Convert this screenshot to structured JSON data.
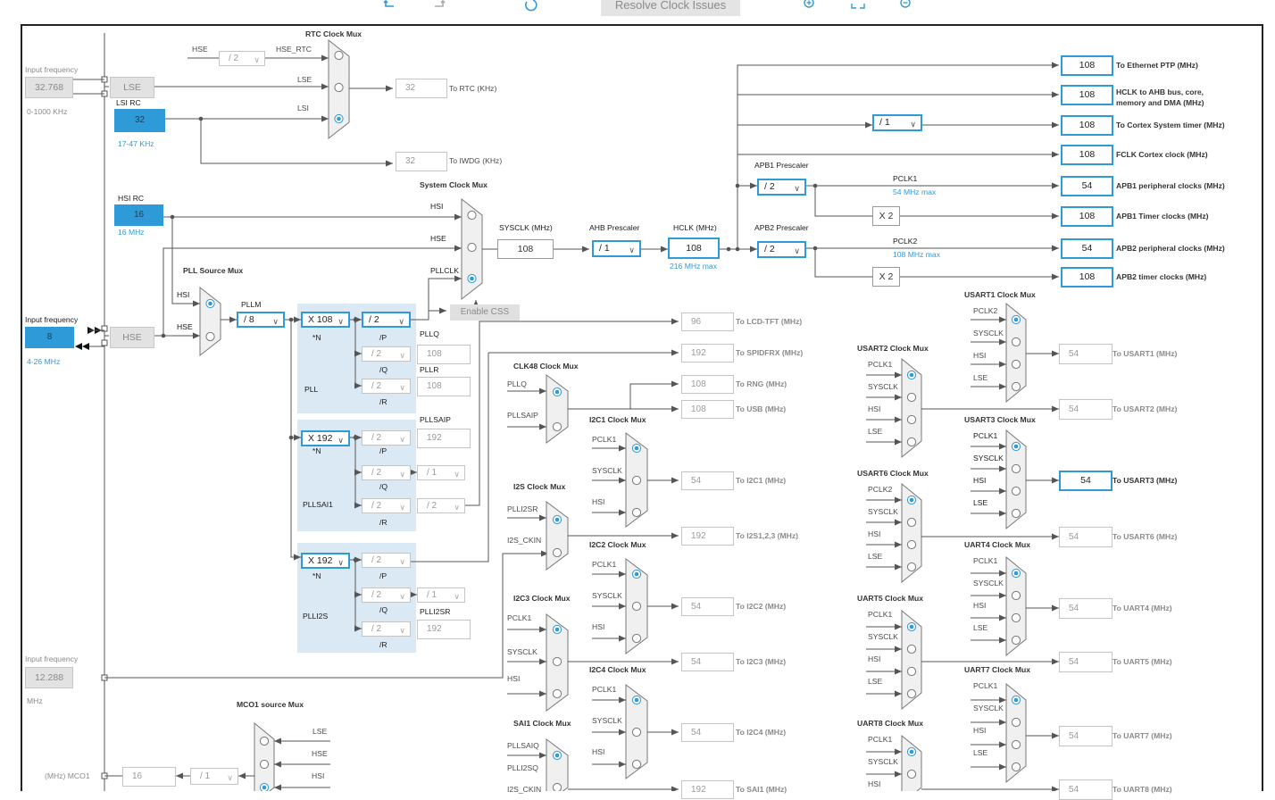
{
  "toolbar": {
    "undo_icon": "undo-icon",
    "redo_icon": "redo-icon",
    "refresh_icon": "refresh-icon",
    "resolve_label": "Resolve Clock Issues",
    "zoom_in_icon": "zoom-in-icon",
    "fit_icon": "fit-screen-icon",
    "zoom_out_icon": "zoom-out-icon"
  },
  "colors": {
    "accent": "#2f9ad8",
    "region": "#dbe9f5",
    "line": "#555555"
  },
  "inputs": {
    "lse_freq": "32.768",
    "lse_range": "0-1000 KHz",
    "input_frequency": "Input frequency",
    "hse_freq": "8",
    "hse_range": "4-26 MHz",
    "i2s_freq": "12.288",
    "i2s_unit": "MHz",
    "mco1_freq": "16",
    "mco1_label": "(MHz) MCO1",
    "mco1_div": "/ 1"
  },
  "oscillators": {
    "lse": "LSE",
    "lsi_rc": "LSI RC",
    "lsi_value": "32",
    "lsi_range": "17-47 KHz",
    "hsi_rc": "HSI RC",
    "hsi_value": "16",
    "hsi_range": "16 MHz",
    "hse": "HSE"
  },
  "rtc": {
    "mux_title": "RTC Clock Mux",
    "hse": "HSE",
    "div": "/ 2",
    "hse_rtc": "HSE_RTC",
    "lse": "LSE",
    "lsi": "LSI",
    "rtc_value": "32",
    "rtc_label": "To RTC (KHz)",
    "iwdg_value": "32",
    "iwdg_label": "To IWDG (KHz)"
  },
  "pll": {
    "source_title": "PLL Source Mux",
    "hsi": "HSI",
    "hse": "HSE",
    "pllm": "PLLM",
    "pllm_value": "/ 8",
    "pll_n": "X 108",
    "pll_p": "/ 2",
    "pll_q": "/ 2",
    "pll_r": "/ 2",
    "n_label": "*N",
    "p_label": "/P",
    "q_label": "/Q",
    "r_label": "/R",
    "pll_label": "PLL",
    "pllq": "PLLQ",
    "pllq_value": "108",
    "pllr": "PLLR",
    "pllr_value": "108",
    "sai1_n": "X 192",
    "sai1_p": "/ 2",
    "sai1_q": "/ 2",
    "sai1_q2": "/ 1",
    "sai1_r": "/ 2",
    "sai1_r2": "/ 2",
    "pllsai1": "PLLSAI1",
    "pllsaip": "PLLSAIP",
    "pllsaip_value": "192",
    "i2s_n": "X 192",
    "i2s_p": "/ 2",
    "i2s_q": "/ 2",
    "i2s_q2": "/ 1",
    "i2s_r": "/ 2",
    "plli2s": "PLLI2S",
    "plli2sr": "PLLI2SR",
    "plli2sr_value": "192"
  },
  "system": {
    "mux_title": "System Clock Mux",
    "hsi": "HSI",
    "hse": "HSE",
    "pllclk": "PLLCLK",
    "enable_css": "Enable CSS",
    "sysclk_label": "SYSCLK (MHz)",
    "sysclk_value": "108",
    "ahb_label": "AHB Prescaler",
    "ahb_value": "/ 1",
    "hclk_label": "HCLK (MHz)",
    "hclk_value": "108",
    "hclk_max": "216 MHz max",
    "apb1_label": "APB1 Prescaler",
    "apb1_value": "/ 2",
    "apb2_label": "APB2 Prescaler",
    "apb2_value": "/ 2",
    "pclk1": "PCLK1",
    "pclk1_max": "54 MHz max",
    "pclk2": "PCLK2",
    "pclk2_max": "108 MHz max",
    "x2": "X 2",
    "cortex_div": "/ 1"
  },
  "outputs": [
    {
      "value": "108",
      "label": "To Ethernet PTP (MHz)"
    },
    {
      "value": "108",
      "label": "HCLK to AHB bus, core,",
      "label2": "memory and DMA (MHz)"
    },
    {
      "value": "108",
      "label": "To Cortex System timer (MHz)"
    },
    {
      "value": "108",
      "label": "FCLK Cortex clock (MHz)"
    },
    {
      "value": "54",
      "label": "APB1 peripheral clocks (MHz)"
    },
    {
      "value": "108",
      "label": "APB1 Timer clocks (MHz)"
    },
    {
      "value": "54",
      "label": "APB2 peripheral clocks (MHz)"
    },
    {
      "value": "108",
      "label": "APB2 timer clocks (MHz)"
    }
  ],
  "mid_outputs": {
    "lcd": {
      "value": "96",
      "label": "To LCD-TFT (MHz)"
    },
    "spdif": {
      "value": "192",
      "label": "To SPIDFRX (MHz)"
    },
    "rng": {
      "value": "108",
      "label": "To RNG (MHz)"
    },
    "usb": {
      "value": "108",
      "label": "To USB (MHz)"
    },
    "i2c1": {
      "value": "54",
      "label": "To I2C1 (MHz)"
    },
    "i2s": {
      "value": "192",
      "label": "To I2S1,2,3 (MHz)"
    },
    "i2c2": {
      "value": "54",
      "label": "To I2C2 (MHz)"
    },
    "i2c3": {
      "value": "54",
      "label": "To I2C3 (MHz)"
    },
    "i2c4": {
      "value": "54",
      "label": "To I2C4 (MHz)"
    },
    "sai1": {
      "value": "192",
      "label": "To SAI1 (MHz)"
    }
  },
  "muxes": {
    "clk48": {
      "title": "CLK48 Clock Mux",
      "in1": "PLLQ",
      "in2": "PLLSAIP"
    },
    "i2s": {
      "title": "I2S Clock Mux",
      "in1": "PLLI2SR",
      "in2": "I2S_CKIN"
    },
    "i2c1": {
      "title": "I2C1 Clock Mux",
      "in1": "PCLK1",
      "in2": "SYSCLK",
      "in3": "HSI"
    },
    "i2c2": {
      "title": "I2C2 Clock Mux",
      "in1": "PCLK1",
      "in2": "SYSCLK",
      "in3": "HSI"
    },
    "i2c3": {
      "title": "I2C3 Clock Mux",
      "in1": "PCLK1",
      "in2": "SYSCLK",
      "in3": "HSI"
    },
    "i2c4": {
      "title": "I2C4 Clock Mux",
      "in1": "PCLK1",
      "in2": "SYSCLK",
      "in3": "HSI"
    },
    "sai1": {
      "title": "SAI1 Clock Mux",
      "in1": "PLLSAIQ",
      "in2": "PLLI2SQ",
      "in3": "I2S_CKIN"
    },
    "mco1": {
      "title": "MCO1 source Mux",
      "in1": "LSE",
      "in2": "HSE",
      "in3": "HSI"
    }
  },
  "usart": {
    "usart1": {
      "title": "USART1 Clock Mux",
      "in": [
        "PCLK2",
        "SYSCLK",
        "HSI",
        "LSE"
      ],
      "value": "54",
      "label": "To USART1 (MHz)"
    },
    "usart2": {
      "title": "USART2 Clock Mux",
      "in": [
        "PCLK1",
        "SYSCLK",
        "HSI",
        "LSE"
      ],
      "value": "54",
      "label": "To USART2 (MHz)"
    },
    "usart3": {
      "title": "USART3 Clock Mux",
      "in": [
        "PCLK1",
        "SYSCLK",
        "HSI",
        "LSE"
      ],
      "value": "54",
      "label": "To USART3 (MHz)"
    },
    "usart6": {
      "title": "USART6 Clock Mux",
      "in": [
        "PCLK2",
        "SYSCLK",
        "HSI",
        "LSE"
      ],
      "value": "54",
      "label": "To USART6 (MHz)"
    },
    "uart4": {
      "title": "UART4 Clock Mux",
      "in": [
        "PCLK1",
        "SYSCLK",
        "HSI",
        "LSE"
      ],
      "value": "54",
      "label": "To UART4 (MHz)"
    },
    "uart5": {
      "title": "UART5 Clock Mux",
      "in": [
        "PCLK1",
        "SYSCLK",
        "HSI",
        "LSE"
      ],
      "value": "54",
      "label": "To UART5 (MHz)"
    },
    "uart7": {
      "title": "UART7 Clock Mux",
      "in": [
        "PCLK1",
        "SYSCLK",
        "HSI",
        "LSE"
      ],
      "value": "54",
      "label": "To UART7 (MHz)"
    },
    "uart8": {
      "title": "UART8 Clock Mux",
      "in": [
        "PCLK1",
        "SYSCLK",
        "HSI"
      ],
      "value": "54",
      "label": "To UART8 (MHz)"
    }
  }
}
